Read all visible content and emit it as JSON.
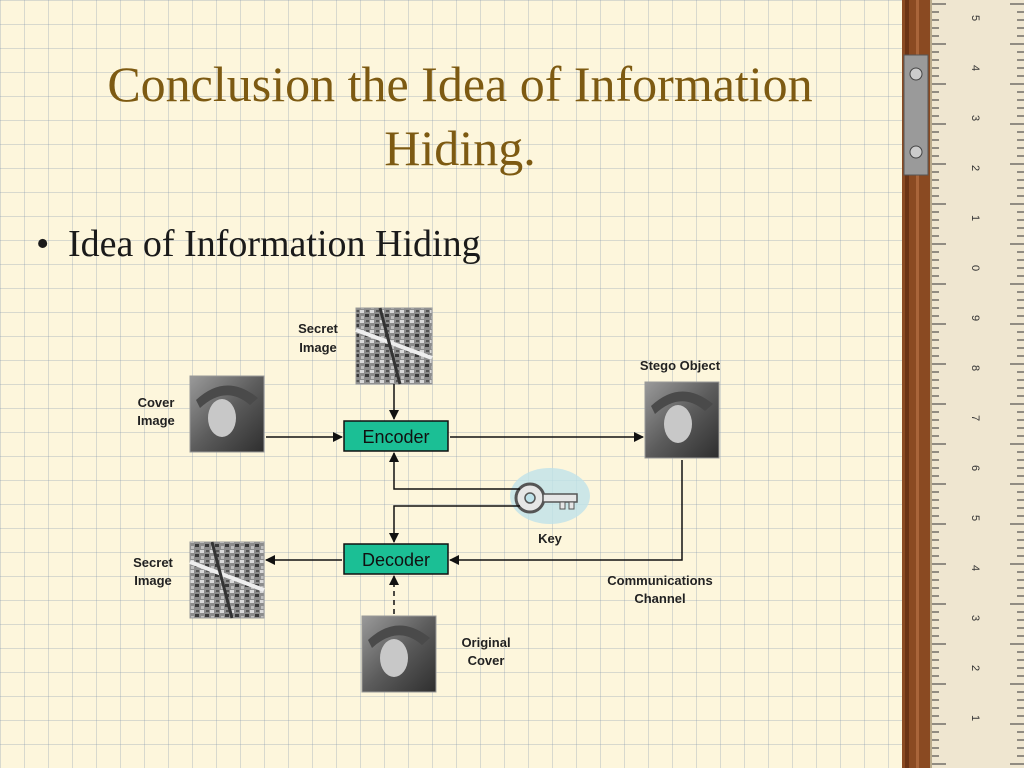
{
  "slide": {
    "title": "Conclusion the Idea of Information Hiding.",
    "bullet": "Idea of Information Hiding"
  },
  "diagram": {
    "labels": {
      "secret_top_line1": "Secret",
      "secret_top_line2": "Image",
      "cover_line1": "Cover",
      "cover_line2": "Image",
      "stego": "Stego Object",
      "encoder": "Encoder",
      "decoder": "Decoder",
      "key": "Key",
      "secret_out_line1": "Secret",
      "secret_out_line2": "Image",
      "channel_line1": "Communications",
      "channel_line2": "Channel",
      "original_line1": "Original",
      "original_line2": "Cover"
    },
    "colors": {
      "box_fill": "#1bbf95",
      "title": "#7d5a12"
    }
  },
  "ruler": {
    "numbers": [
      "5",
      "4",
      "3",
      "2",
      "1",
      "0",
      "9",
      "8",
      "7",
      "6",
      "5",
      "4",
      "3",
      "2",
      "1"
    ]
  }
}
